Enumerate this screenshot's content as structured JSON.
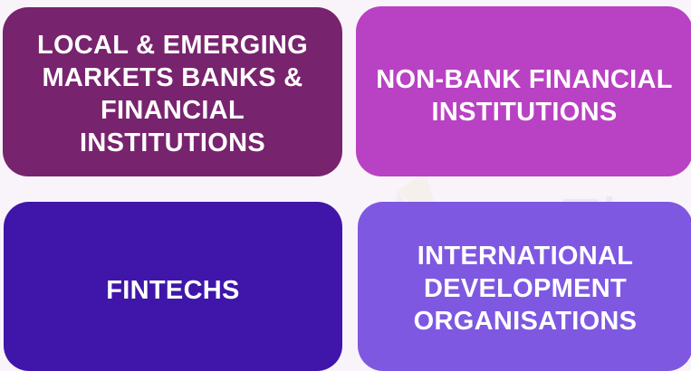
{
  "colors": {
    "background": "#f9f4fa",
    "card_local": "#78236e",
    "card_nonbank": "#b941c3",
    "card_fintechs": "#3f16a9",
    "card_intl": "#7e58e1",
    "text": "#ffffff"
  },
  "cards": [
    {
      "label": "LOCAL & EMERGING\nMARKETS BANKS &\nFINANCIAL INSTITUTIONS"
    },
    {
      "label": "NON-BANK FINANCIAL\nINSTITUTIONS"
    },
    {
      "label": "FINTECHS"
    },
    {
      "label": "INTERNATIONAL\nDEVELOPMENT\nORGANISATIONS"
    }
  ]
}
